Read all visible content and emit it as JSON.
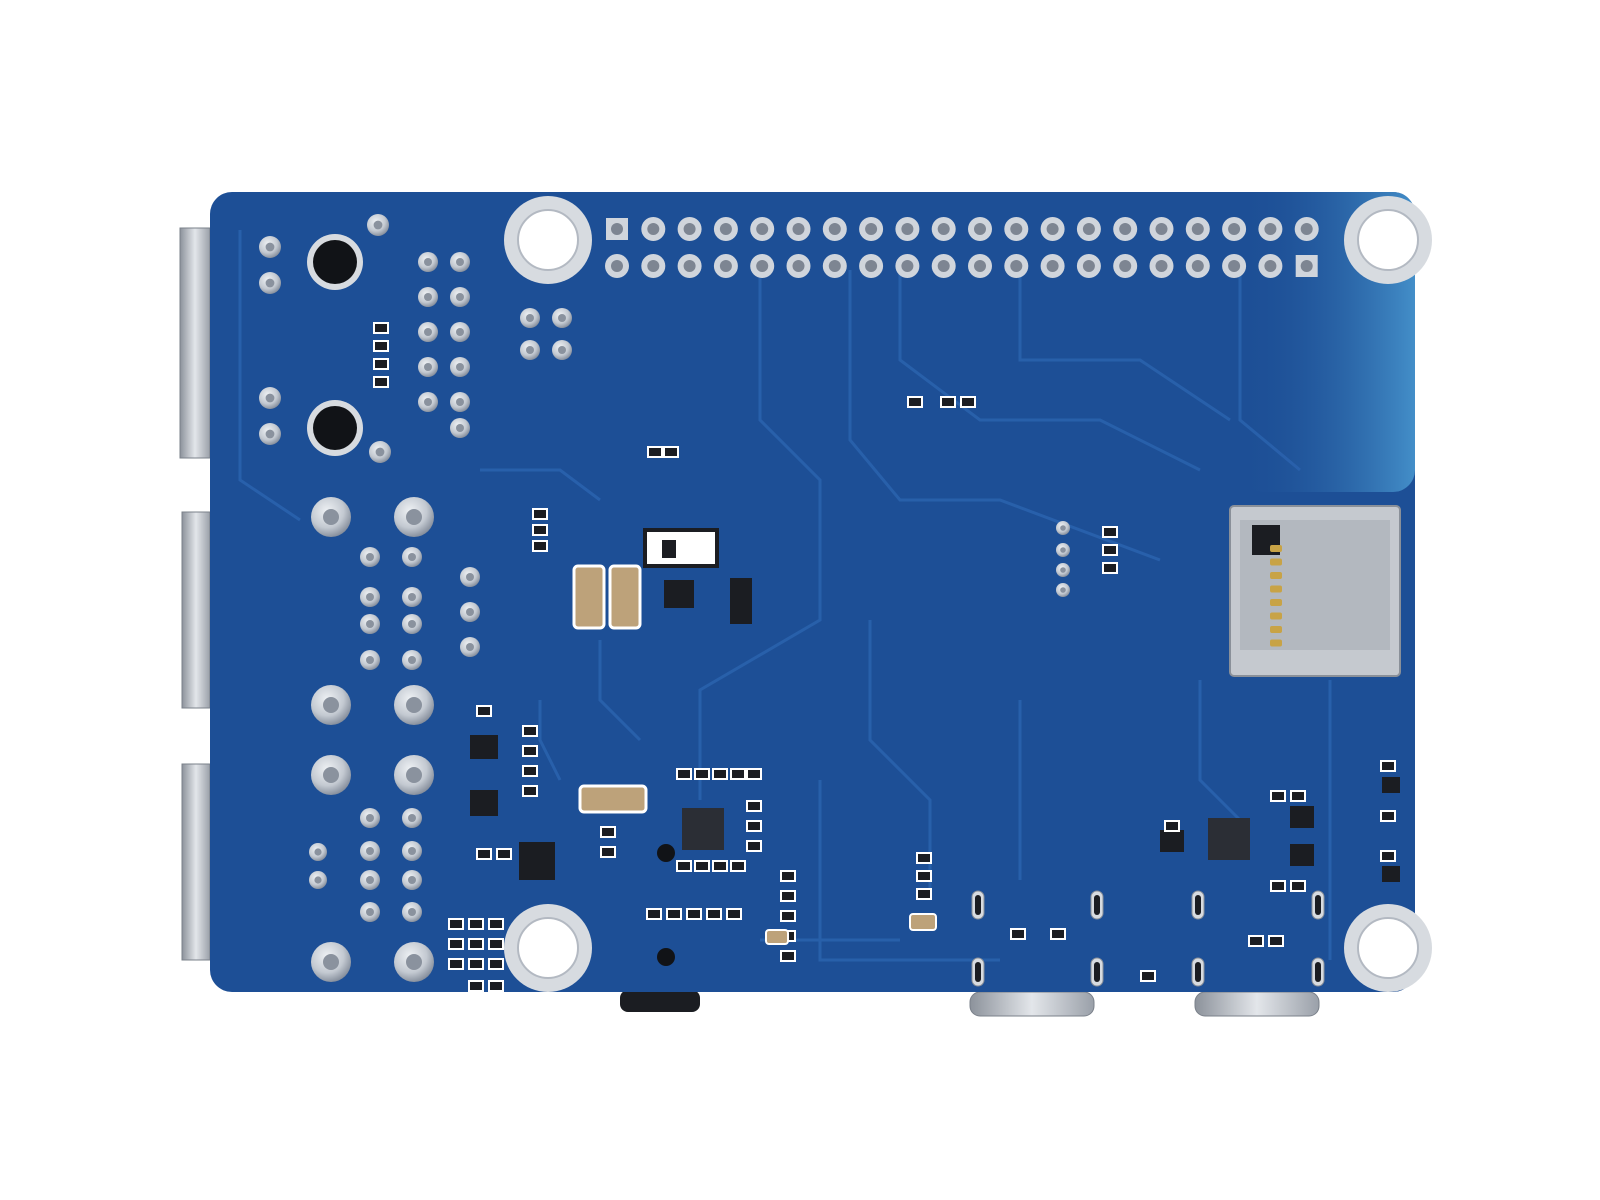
{
  "scene": {
    "subject": "pcb-board-bottom-view",
    "colors": {
      "background": "#ffffff",
      "board": "#1d4f96",
      "board_dark": "#173f7d",
      "board_light": "#3a7bc4",
      "board_edge_glow": "#4fa2d8",
      "trace": "#2a62ad",
      "pad": "#c9ced6",
      "pad_shadow": "#7b8594",
      "connector_metal": "#b9bec6",
      "connector_dark": "#6b717b",
      "component_black": "#1b1d22",
      "component_tan": "#bda27a",
      "gold": "#c8a346",
      "mount_ring": "#d7dbe0"
    },
    "gpio_header": {
      "rows": 2,
      "pins_per_row": 20
    },
    "mounting_holes": 4,
    "usb_type_c_ports": 2,
    "usb_a_ports": 2,
    "micro_sd_slot": true
  }
}
